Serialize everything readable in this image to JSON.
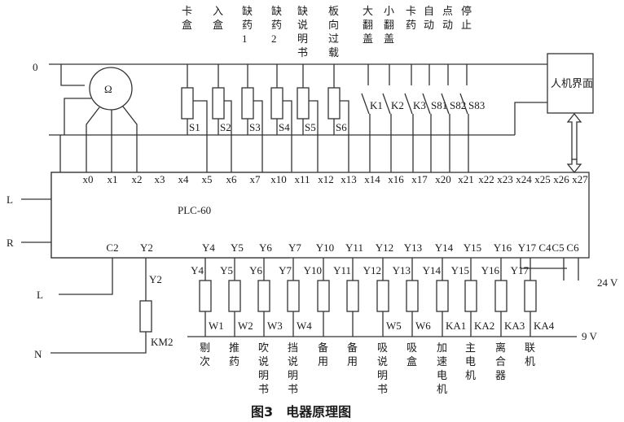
{
  "caption": "图3　电器原理图",
  "plc": {
    "label": "PLC-60"
  },
  "power": {
    "zero": "0",
    "L_top": "L",
    "R": "R",
    "L_bottom": "L",
    "N": "N",
    "v24": "24 V",
    "v9": "9 V"
  },
  "hmi": {
    "label": "人机界面"
  },
  "motor": {
    "symbol": "Ω"
  },
  "sensors": [
    {
      "id": "S1",
      "desc": "卡盒",
      "input": "x5"
    },
    {
      "id": "S2",
      "desc": "入盒",
      "input": "x6"
    },
    {
      "id": "S3",
      "desc": "缺药1",
      "input": "x7"
    },
    {
      "id": "S4",
      "desc": "缺药2",
      "input": "x10"
    },
    {
      "id": "S5",
      "desc": "缺说明书",
      "input": "x11"
    },
    {
      "id": "S6",
      "desc": "板向过载",
      "input": "x13"
    }
  ],
  "switches": [
    {
      "id": "K1",
      "desc": "大翻盖"
    },
    {
      "id": "K2",
      "desc": "小翻盖"
    },
    {
      "id": "K3",
      "desc": "卡药"
    },
    {
      "id": "S81",
      "desc": "自动"
    },
    {
      "id": "S82",
      "desc": "点动"
    },
    {
      "id": "S83",
      "desc": "停止"
    }
  ],
  "inputs": [
    "x0",
    "x1",
    "x2",
    "x3",
    "x4",
    "x5",
    "x6",
    "x7",
    "x10",
    "x11",
    "x12",
    "x13",
    "x14",
    "x16",
    "x17",
    "x20",
    "x21",
    "x22",
    "x23",
    "x24",
    "x25",
    "x26",
    "x27"
  ],
  "outputs_top": [
    "C2",
    "Y2",
    "Y4",
    "Y5",
    "Y6",
    "Y7",
    "Y10",
    "Y11",
    "Y12",
    "Y13",
    "Y14",
    "Y15",
    "Y16",
    "Y17",
    "C4",
    "C5",
    "C6"
  ],
  "km2": {
    "wire": "Y2",
    "coil": "KM2"
  },
  "loads": [
    {
      "y": "Y4",
      "w": "W1",
      "desc": "剔次"
    },
    {
      "y": "Y5",
      "w": "W2",
      "desc": "推药"
    },
    {
      "y": "Y6",
      "w": "W3",
      "desc": "吹说明书"
    },
    {
      "y": "Y7",
      "w": "W4",
      "desc": "挡说明书"
    },
    {
      "y": "Y10",
      "w": "",
      "desc": "备用"
    },
    {
      "y": "Y11",
      "w": "",
      "desc": "备用"
    },
    {
      "y": "Y12",
      "w": "W5",
      "desc": "吸说明书"
    },
    {
      "y": "Y13",
      "w": "W6",
      "desc": "吸盒"
    },
    {
      "y": "Y14",
      "w": "KA1",
      "desc": "加速电机"
    },
    {
      "y": "Y15",
      "w": "KA2",
      "desc": "主电机"
    },
    {
      "y": "Y16",
      "w": "KA3",
      "desc": "离合器"
    },
    {
      "y": "Y17",
      "w": "KA4",
      "desc": "联机"
    }
  ]
}
